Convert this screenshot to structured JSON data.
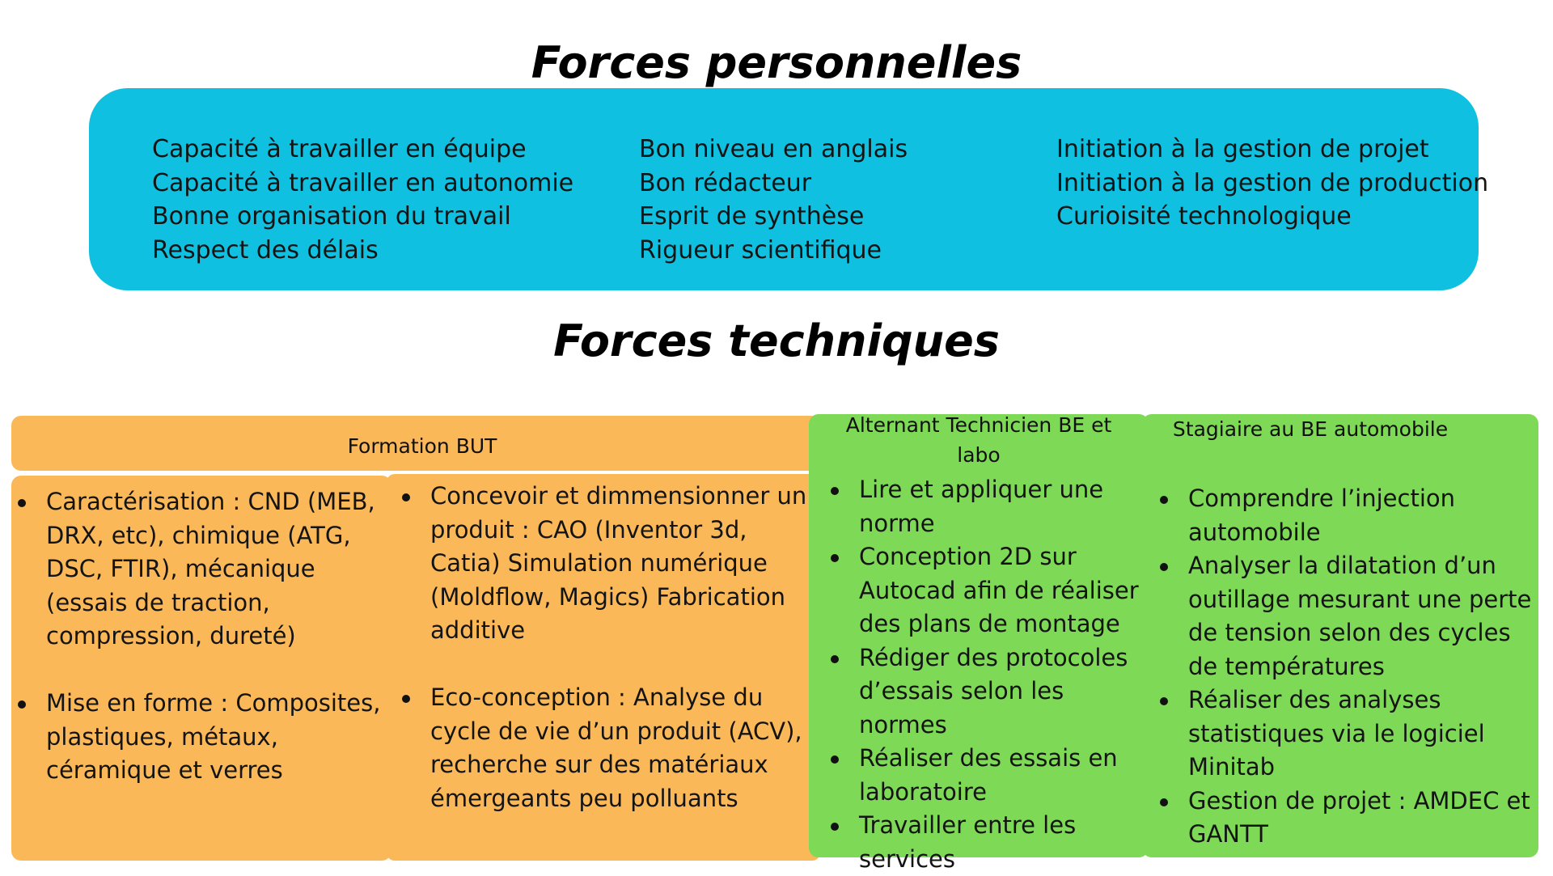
{
  "personal": {
    "title": "Forces personnelles",
    "columns": [
      [
        "Capacité à travailler en équipe",
        "Capacité à travailler en autonomie",
        "Bonne organisation du travail",
        "Respect des délais"
      ],
      [
        "Bon niveau en anglais",
        "Bon rédacteur",
        "Esprit de synthèse",
        "Rigueur scientifique"
      ],
      [
        "Initiation à la gestion de projet",
        "Initiation à la gestion de production",
        "Curioisité technologique"
      ]
    ]
  },
  "technical": {
    "title": "Forces techniques",
    "formation": {
      "header": "Formation BUT",
      "col1": [
        "Caractérisation : CND (MEB, DRX, etc), chimique (ATG, DSC, FTIR), mécanique (essais de traction, compression, dureté)",
        "Mise en forme : Composites, plastiques, métaux, céramique et verres"
      ],
      "col2": [
        "Concevoir et dimmensionner un produit : CAO (Inventor 3d, Catia) Simulation numérique (Moldflow, Magics) Fabrication additive",
        "Eco-conception : Analyse du cycle de vie d’un produit (ACV), recherche sur des matériaux émergeants peu polluants"
      ]
    },
    "alternant": {
      "header": "Alternant Technicien BE et labo",
      "items": [
        "Lire et appliquer une norme",
        "Conception 2D sur Autocad afin de réaliser des plans de montage",
        "Rédiger des protocoles d’essais selon les normes",
        "Réaliser des essais en laboratoire",
        "Travailler entre les services"
      ]
    },
    "stagiaire": {
      "header": "Stagiaire au BE automobile",
      "items": [
        "Comprendre l’injection automobile",
        "Analyser la dilatation d’un outillage mesurant une perte de tension selon des cycles de températures",
        "Réaliser des analyses statistiques via le logiciel Minitab",
        "Gestion de projet : AMDEC et GANTT"
      ]
    }
  },
  "colors": {
    "personal_panel": "#10c0e0",
    "formation_card": "#fbb859",
    "experience_card": "#7dd956"
  }
}
